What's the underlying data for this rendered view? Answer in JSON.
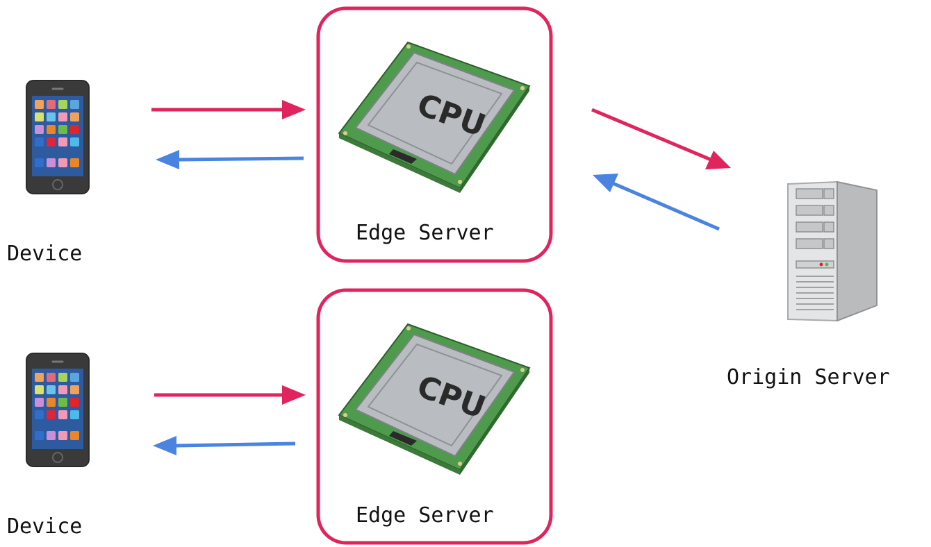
{
  "devices": [
    {
      "label": "Device"
    },
    {
      "label": "Device"
    }
  ],
  "edge_servers": [
    {
      "label": "Edge Server",
      "chip_text": "CPU"
    },
    {
      "label": "Edge Server",
      "chip_text": "CPU"
    }
  ],
  "origin_server": {
    "label": "Origin Server"
  },
  "colors": {
    "request_arrow": "#e0245e",
    "response_arrow": "#4a84e0",
    "edge_box_border": "#e0245e",
    "chip_pcb": "#4f9b4d",
    "chip_lid": "#b9bcc0"
  },
  "icons": {
    "device": "smartphone-icon",
    "edge_server": "cpu-chip-icon",
    "origin_server": "server-tower-icon"
  }
}
